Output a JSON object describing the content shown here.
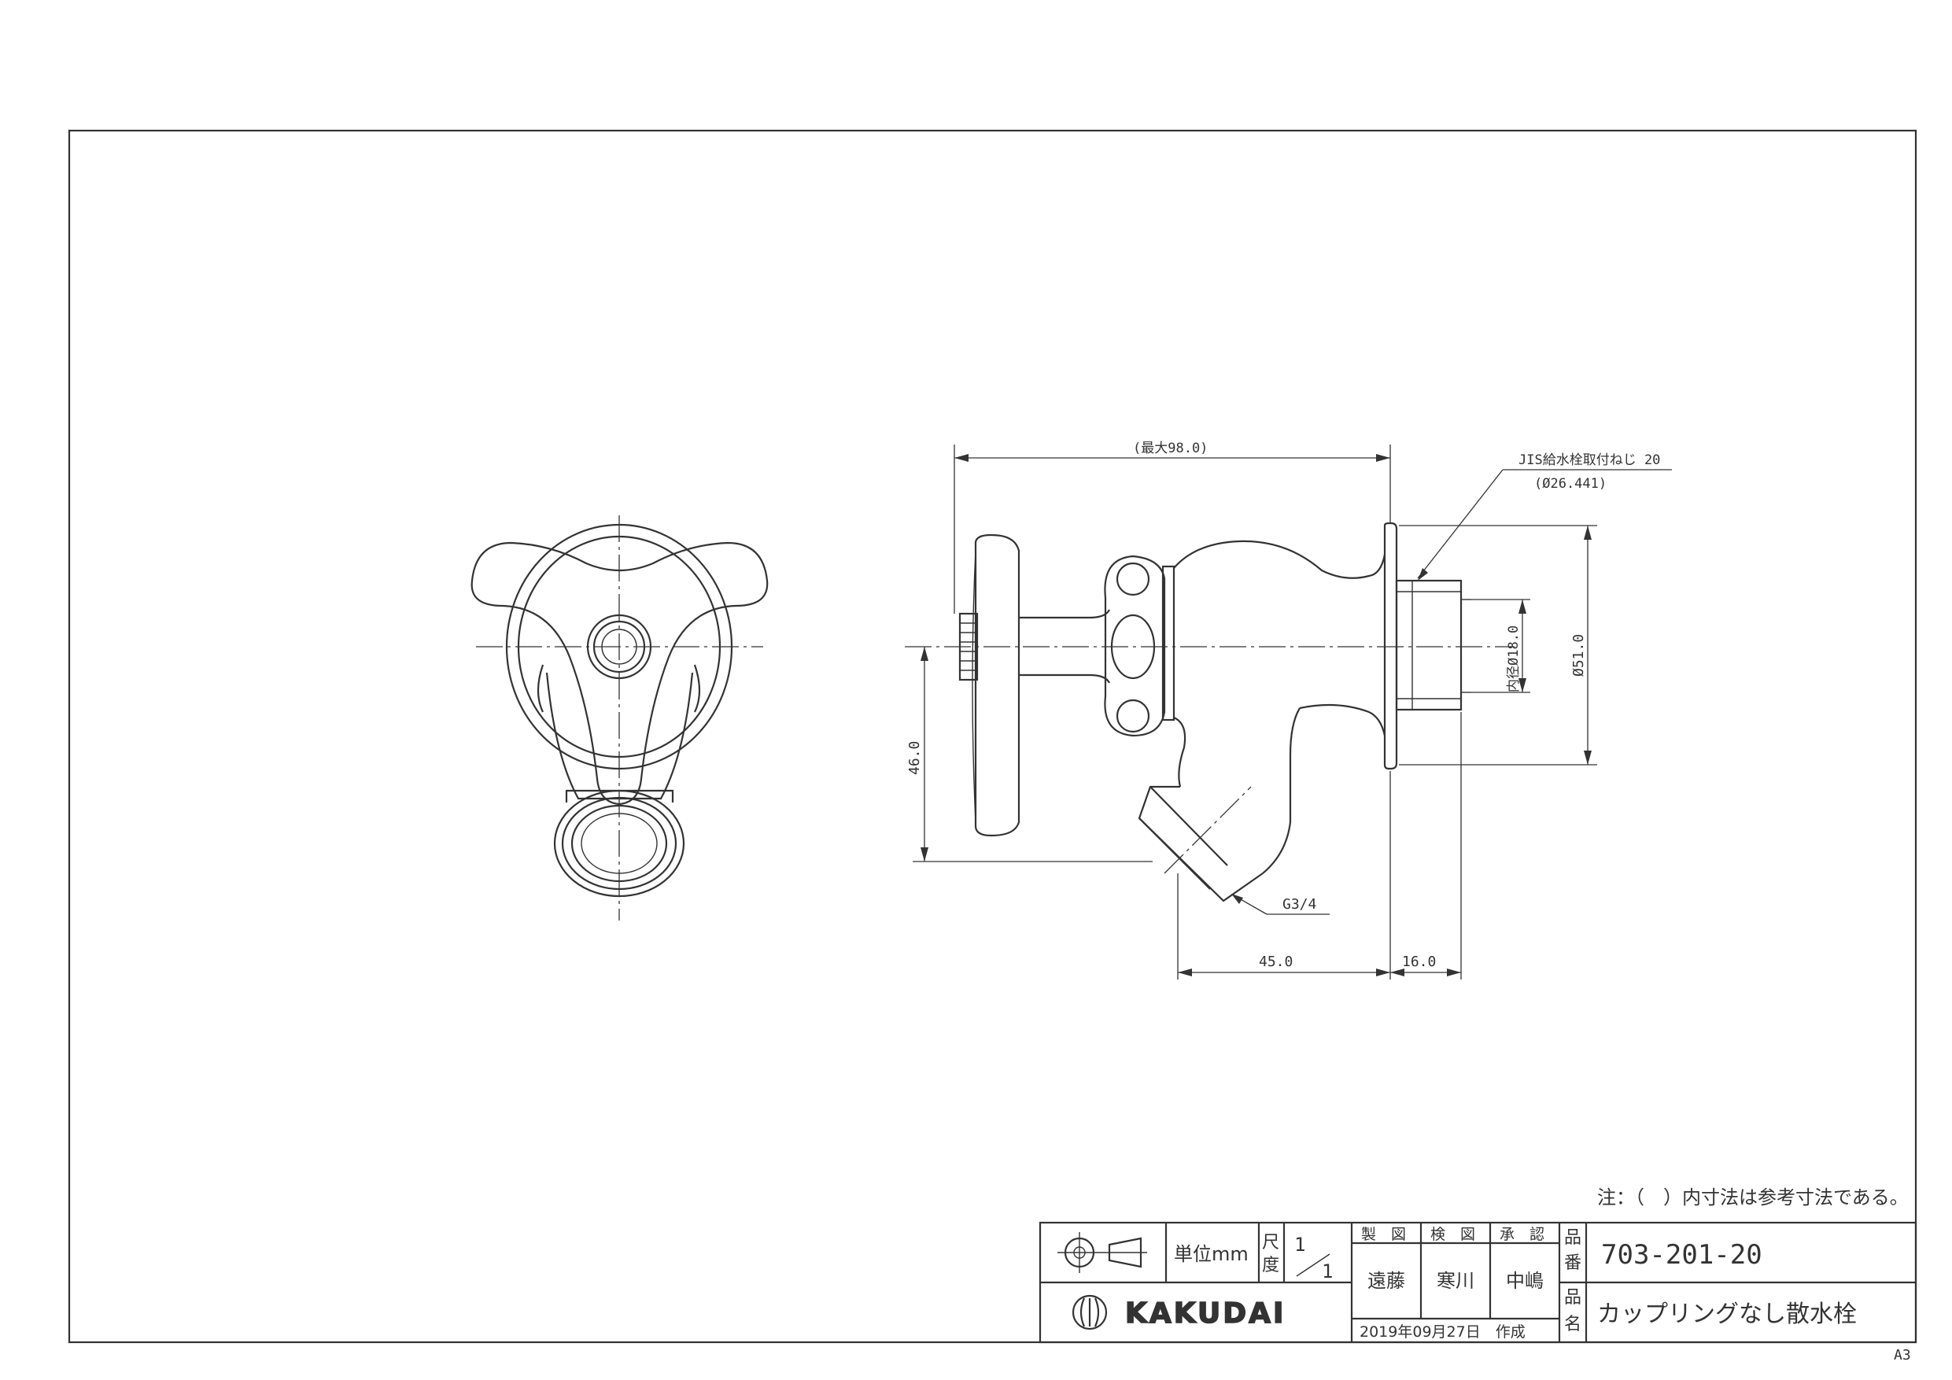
{
  "dimensions": {
    "max_length": "(最大98.0)",
    "thread_spec": "JIS給水栓取付ねじ 20",
    "thread_dia": "(Ø26.441)",
    "inner_dia": "内径Ø18.0",
    "outer_dia": "Ø51.0",
    "height": "46.0",
    "hose_thread": "G3/4",
    "depth": "45.0",
    "thread_len": "16.0"
  },
  "note": "注：（　）内寸法は参考寸法である。",
  "title_block": {
    "unit_label": "単位mm",
    "scale_label_1": "尺",
    "scale_label_2": "度",
    "scale_num": "1",
    "scale_den": "1",
    "drawn_label": "製　図",
    "checked_label": "検　図",
    "approved_label": "承　認",
    "drawn_by": "遠藤",
    "checked_by": "寒川",
    "approved_by": "中嶋",
    "part_no_label_1": "品",
    "part_no_label_2": "番",
    "part_no": "703-201-20",
    "name_label_1": "品",
    "name_label_2": "名",
    "product_name": "カップリングなし散水栓",
    "company": "KAKUDAI",
    "date": "2019年09月27日　作成"
  },
  "sheet_size": "A3"
}
